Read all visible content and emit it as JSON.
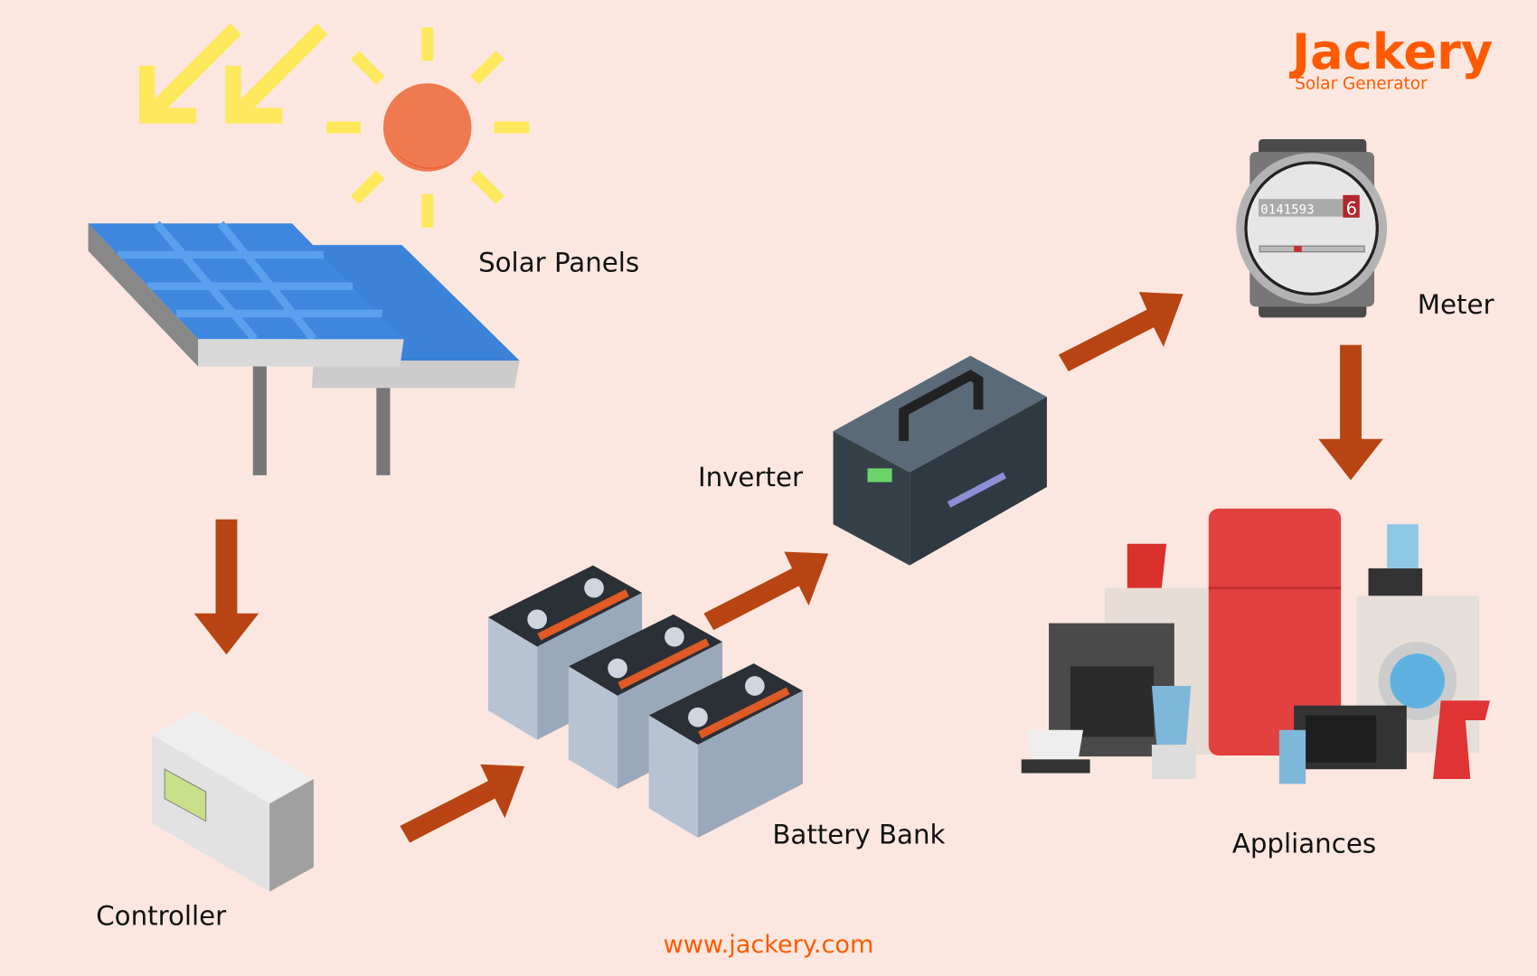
{
  "brand": {
    "name": "Jackery",
    "tagline": "Solar Generator",
    "color": "#ff5a00"
  },
  "labels": {
    "solar_panels": "Solar Panels",
    "controller": "Controller",
    "battery_bank": "Battery Bank",
    "inverter": "Inverter",
    "meter": "Meter",
    "appliances": "Appliances"
  },
  "meter_reading": {
    "digits": "0141593",
    "last_digit": "6"
  },
  "footer": {
    "url": "www.jackery.com"
  },
  "colors": {
    "background": "#fbe7df",
    "arrow": "#b84413",
    "sun": "#ef7a4f",
    "rays": "#fde95b",
    "panel": "#3b82d8"
  }
}
